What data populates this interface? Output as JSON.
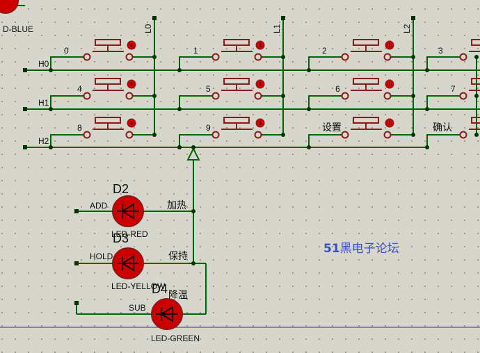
{
  "top_fragment": "D-BLUE",
  "columns": [
    {
      "label": "L0"
    },
    {
      "label": "L1"
    },
    {
      "label": "L2"
    }
  ],
  "rows": [
    {
      "label": "H0",
      "keys": [
        "0",
        "1",
        "2",
        "3"
      ]
    },
    {
      "label": "H1",
      "keys": [
        "4",
        "5",
        "6",
        "7"
      ]
    },
    {
      "label": "H2",
      "keys": [
        "8",
        "9",
        "设置",
        "确认"
      ]
    }
  ],
  "leds": [
    {
      "ref": "D2",
      "net_left": "ADD",
      "net_right": "加热",
      "part": "LED-RED"
    },
    {
      "ref": "D3",
      "net_left": "HOLD",
      "net_right": "保持",
      "part": "LED-YELLOW"
    },
    {
      "ref": "D4",
      "net_left": "SUB",
      "net_right": "降温",
      "part": "LED-GREEN"
    }
  ],
  "watermark": {
    "number": "51",
    "text": "黑电子论坛"
  },
  "colors": {
    "background": "#d6d6cc",
    "grid_dot": "#6e6e66",
    "wire": "#006400",
    "component": "#8b1a1a",
    "pin_fill": "#cc0000",
    "watermark": "#3b4fc4",
    "sheet_border": "#2a2ab0"
  }
}
